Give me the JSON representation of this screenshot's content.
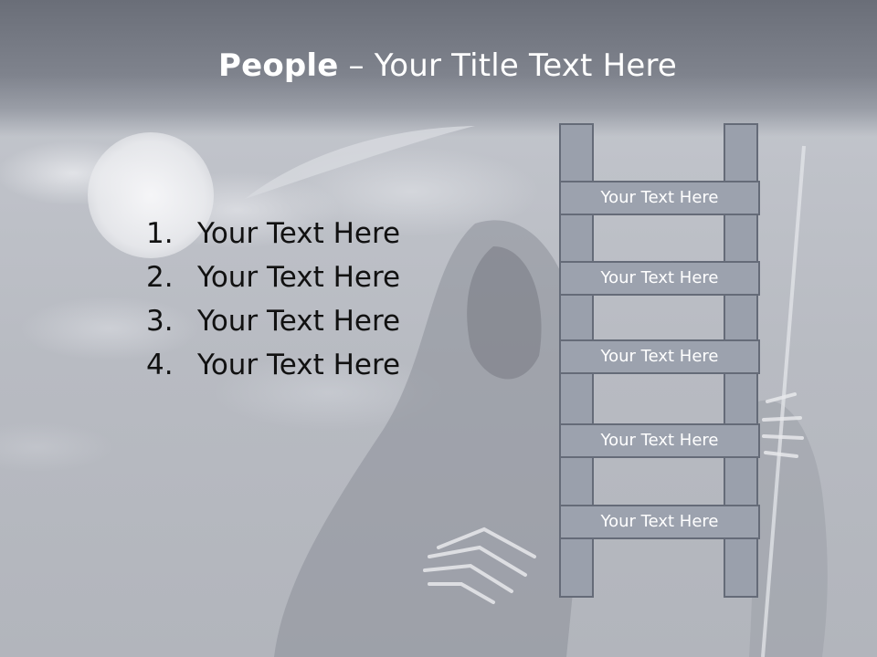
{
  "slide": {
    "title_bold": "People",
    "title_rest": " – Your Title Text Here",
    "list": [
      {
        "num": "1.",
        "text": "Your Text Here"
      },
      {
        "num": "2.",
        "text": "Your Text Here"
      },
      {
        "num": "3.",
        "text": "Your Text Here"
      },
      {
        "num": "4.",
        "text": "Your Text Here"
      }
    ],
    "ladder": [
      "Your Text Here",
      "Your Text Here",
      "Your Text Here",
      "Your Text Here",
      "Your Text Here"
    ]
  },
  "colors": {
    "title": "#ffffff",
    "body_text": "#111111",
    "ladder_fill": "#9ca2ae",
    "ladder_border": "#656b78"
  }
}
